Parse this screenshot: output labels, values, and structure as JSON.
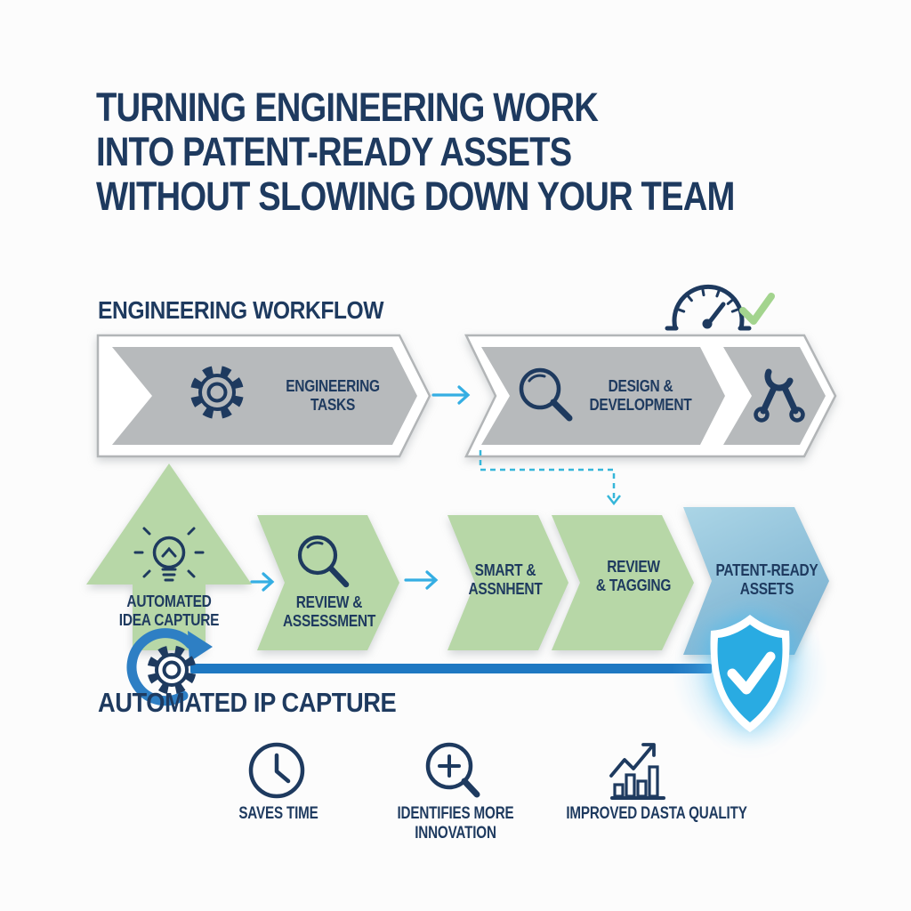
{
  "title": {
    "line1": "TURNING ENGINEERING WORK",
    "line2": "INTO PATENT-READY ASSETS",
    "line3": "WITHOUT SLOWING DOWN YOUR TEAM"
  },
  "engineering_workflow": {
    "label": "ENGINEERING WORKFLOW",
    "step1": {
      "icon": "gear",
      "line1": "ENGINEERING",
      "line2": "TASKS"
    },
    "step2": {
      "icon": "magnifier",
      "line1": "DESIGN &",
      "line2": "DEVELOPMENT"
    },
    "step3": {
      "icon": "wrench"
    }
  },
  "gauge": {
    "icon": "speedometer",
    "check_icon": "green-checkmark"
  },
  "ip_capture_flow": {
    "label": "AUTOMATED IP CAPTURE",
    "step1": {
      "icon": "lightbulb",
      "line1": "AUTOMATED",
      "line2": "IDEA CAPTURE"
    },
    "step2": {
      "icon": "magnifier",
      "line1": "REVIEW &",
      "line2": "ASSESSMENT"
    },
    "step3": {
      "line1": "SMART &",
      "line2": "ASSNHENT"
    },
    "step4": {
      "line1": "REVIEW",
      "line2": "& TAGGING"
    },
    "step5": {
      "line1": "PATENT-READY",
      "line2": "ASSETS"
    },
    "shield_icon": "shield-checkmark",
    "loop_icon": "gear-refresh-arrow"
  },
  "benefits": [
    {
      "icon": "clock",
      "line1": "SAVES TIME",
      "line2": ""
    },
    {
      "icon": "magnifier-plus",
      "line1": "IDENTIFIES MORE",
      "line2": "INNOVATION"
    },
    {
      "icon": "bar-chart",
      "line1": "IMPROVED DASTA QUALITY",
      "line2": ""
    }
  ],
  "colors": {
    "bg": "#fcfcfc",
    "navy": "#1e3a5f",
    "gray": "#b7babc",
    "gray_stroke": "#b2b5b7",
    "green": "#b7d7a7",
    "accent_blue": "#35aee3",
    "dashed_teal": "#35b6d9",
    "line_blue": "#1e78c2",
    "arc_blue": "#2e7fc4",
    "shield_blue": "#29abe2",
    "check_green": "#a3d48e"
  }
}
